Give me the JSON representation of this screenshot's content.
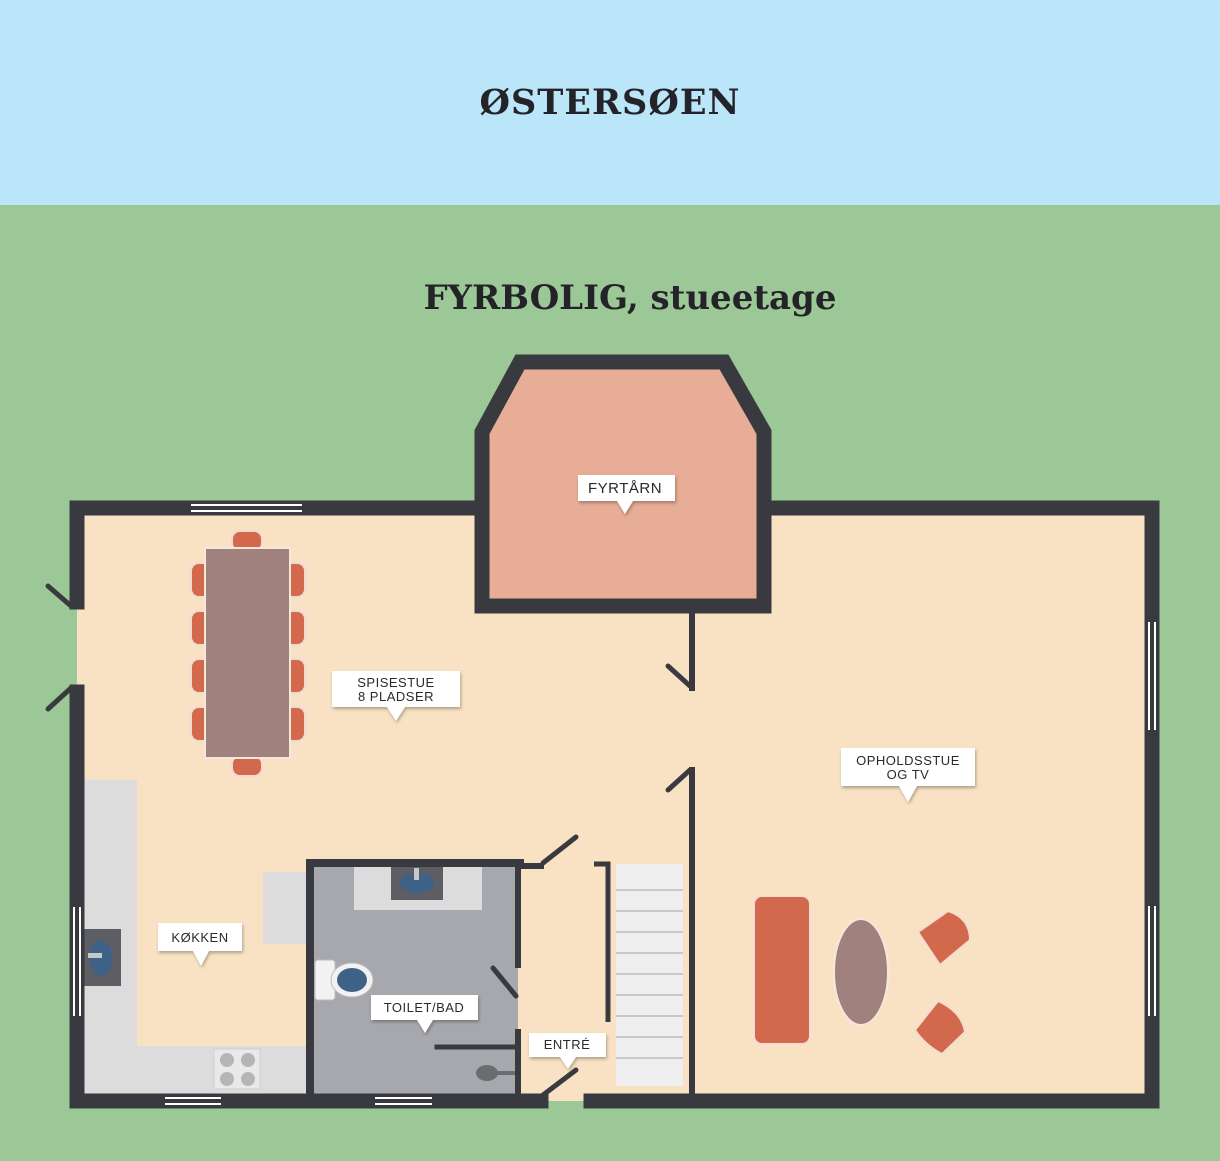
{
  "header": {
    "sea_label": "ØSTERSØEN"
  },
  "plan": {
    "title": "FYRBOLIG, stueetage",
    "rooms": {
      "lighthouse": "FYRTÅRN",
      "dining_line1": "SPISESTUE",
      "dining_line2": "8 PLADSER",
      "living_line1": "OPHOLDSSTUE",
      "living_line2": "OG TV",
      "kitchen": "KØKKEN",
      "bathroom": "TOILET/BAD",
      "entrance": "ENTRÉ"
    }
  },
  "colors": {
    "sea": "#bbe5f8",
    "grass": "#9cc897",
    "floor": "#f9e2c3",
    "lighthouse_floor": "#e8ad96",
    "wall": "#393a40",
    "bathroom_floor": "#a7a8ad",
    "counter": "#dcdcdc",
    "table": "#a0817d",
    "chair": "#d3694c"
  }
}
